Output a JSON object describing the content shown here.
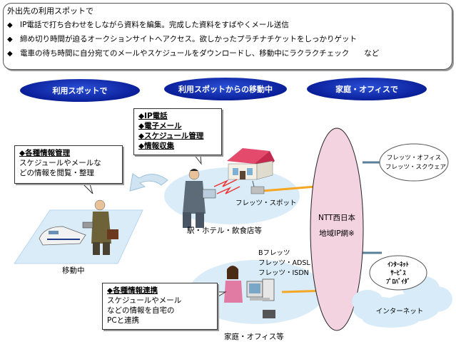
{
  "info_box": {
    "title": "外出先の利用スポットで",
    "bullets": [
      "IP電話で打ち合わせをしながら資料を編集。完成した資料をすばやくメール送信",
      "締め切り時間が迫るオークションサイトへアクセス。欲しかったプラチナチケットをしっかりゲット",
      "電車の待ち時間に自分宛てのメールやスケジュールをダウンロードし、移動中にラクラクチェック　　など"
    ],
    "bullet_glyph": "◆"
  },
  "pills": [
    "利用スポットで",
    "利用スポットからの移動中",
    "家庭・オフィスで"
  ],
  "callouts": {
    "spot": {
      "lines": [
        "◆IP電話",
        "◆電子メール",
        "◆スケジュール管理",
        "◆情報収集"
      ]
    },
    "mobile": {
      "heading": "◆各種情報管理",
      "lines": [
        "スケジュールやメールな",
        "どの情報を閲覧・整理"
      ]
    },
    "home": {
      "heading": "◆各種情報連携",
      "lines": [
        "スケジュールやメール",
        "などの情報を自宅の",
        "PCと連携"
      ]
    }
  },
  "labels": {
    "flets_spot": "フレッツ・スポット",
    "station": "駅・ホテル・飲食店等",
    "moving": "移動中",
    "home_office": "家庭・オフィス等",
    "access_lines": [
      "Bフレッツ",
      "フレッツ・ADSL",
      "フレッツ・ISDN"
    ],
    "ntt_lines": [
      "NTT西日本",
      "地域IP網※"
    ],
    "flets_office": [
      "フレッツ・オフィス",
      "フレッツ・スクウェア"
    ],
    "isp": [
      "ｲﾝﾀｰﾈｯﾄ",
      "ｻｰﾋﾞｽ",
      "ﾌﾟﾛﾊﾞｲﾀﾞ"
    ],
    "internet": "インターネット"
  },
  "colors": {
    "pill_blue": "#0a1f9a",
    "ntt_fill": "#f3d3e0",
    "connection_orange": "#f5a623",
    "connection_steel": "#5a7f99",
    "floor_blue": "#d9ecf8"
  }
}
